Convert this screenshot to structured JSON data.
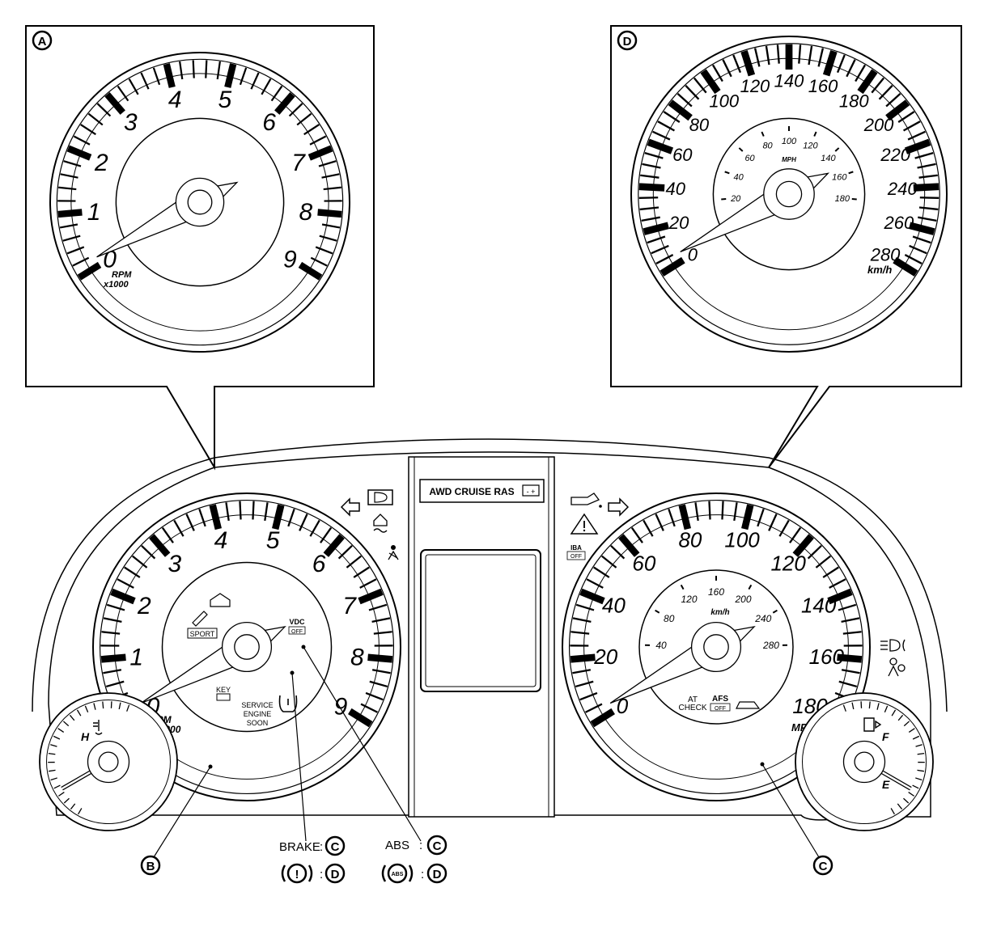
{
  "callouts": {
    "A": "A",
    "B": "B",
    "C": "C",
    "D": "D"
  },
  "tach": {
    "numbers": [
      "0",
      "1",
      "2",
      "3",
      "4",
      "5",
      "6",
      "7",
      "8",
      "9"
    ],
    "unit_line1": "RPM",
    "unit_line2": "x1000"
  },
  "speedo_detail": {
    "kmh_major": [
      "0",
      "40",
      "80",
      "120",
      "160",
      "200",
      "240",
      "280"
    ],
    "kmh_minor": [
      "20",
      "60",
      "100",
      "140",
      "180",
      "220",
      "260"
    ],
    "unit": "km/h",
    "mph_labels": [
      "20",
      "40",
      "60",
      "80",
      "100",
      "120",
      "140",
      "160",
      "180"
    ],
    "mph_unit": "MPH"
  },
  "cluster": {
    "tach_numbers": [
      "0",
      "1",
      "2",
      "3",
      "4",
      "5",
      "6",
      "7",
      "8",
      "9"
    ],
    "tach_unit_line1": "RPM",
    "tach_unit_line2": "x1000",
    "mph_labels": [
      "0",
      "20",
      "40",
      "60",
      "80",
      "100",
      "120",
      "140",
      "160",
      "180"
    ],
    "mph_unit": "MPH",
    "kmh_labels": [
      "40",
      "80",
      "120",
      "160",
      "200",
      "240",
      "280"
    ],
    "kmh_unit": "km/h",
    "center_badge": "AWD CRUISE RAS",
    "sport": "SPORT",
    "vdc": "VDC",
    "vdc_off": "OFF",
    "key": "KEY",
    "service_line1": "SERVICE",
    "service_line2": "ENGINE",
    "service_line3": "SOON",
    "iba": "IBA",
    "iba_off": "OFF",
    "at_check_line1": "AT",
    "at_check_line2": "CHECK",
    "afs": "AFS",
    "afs_off": "OFF",
    "temp_h": "H",
    "fuel_f": "F",
    "fuel_e": "E"
  },
  "legend": {
    "brake": "BRAKE",
    "abs": "ABS",
    "colon": ":",
    "brake_symbol": "!",
    "abs_symbol": "ABS"
  }
}
